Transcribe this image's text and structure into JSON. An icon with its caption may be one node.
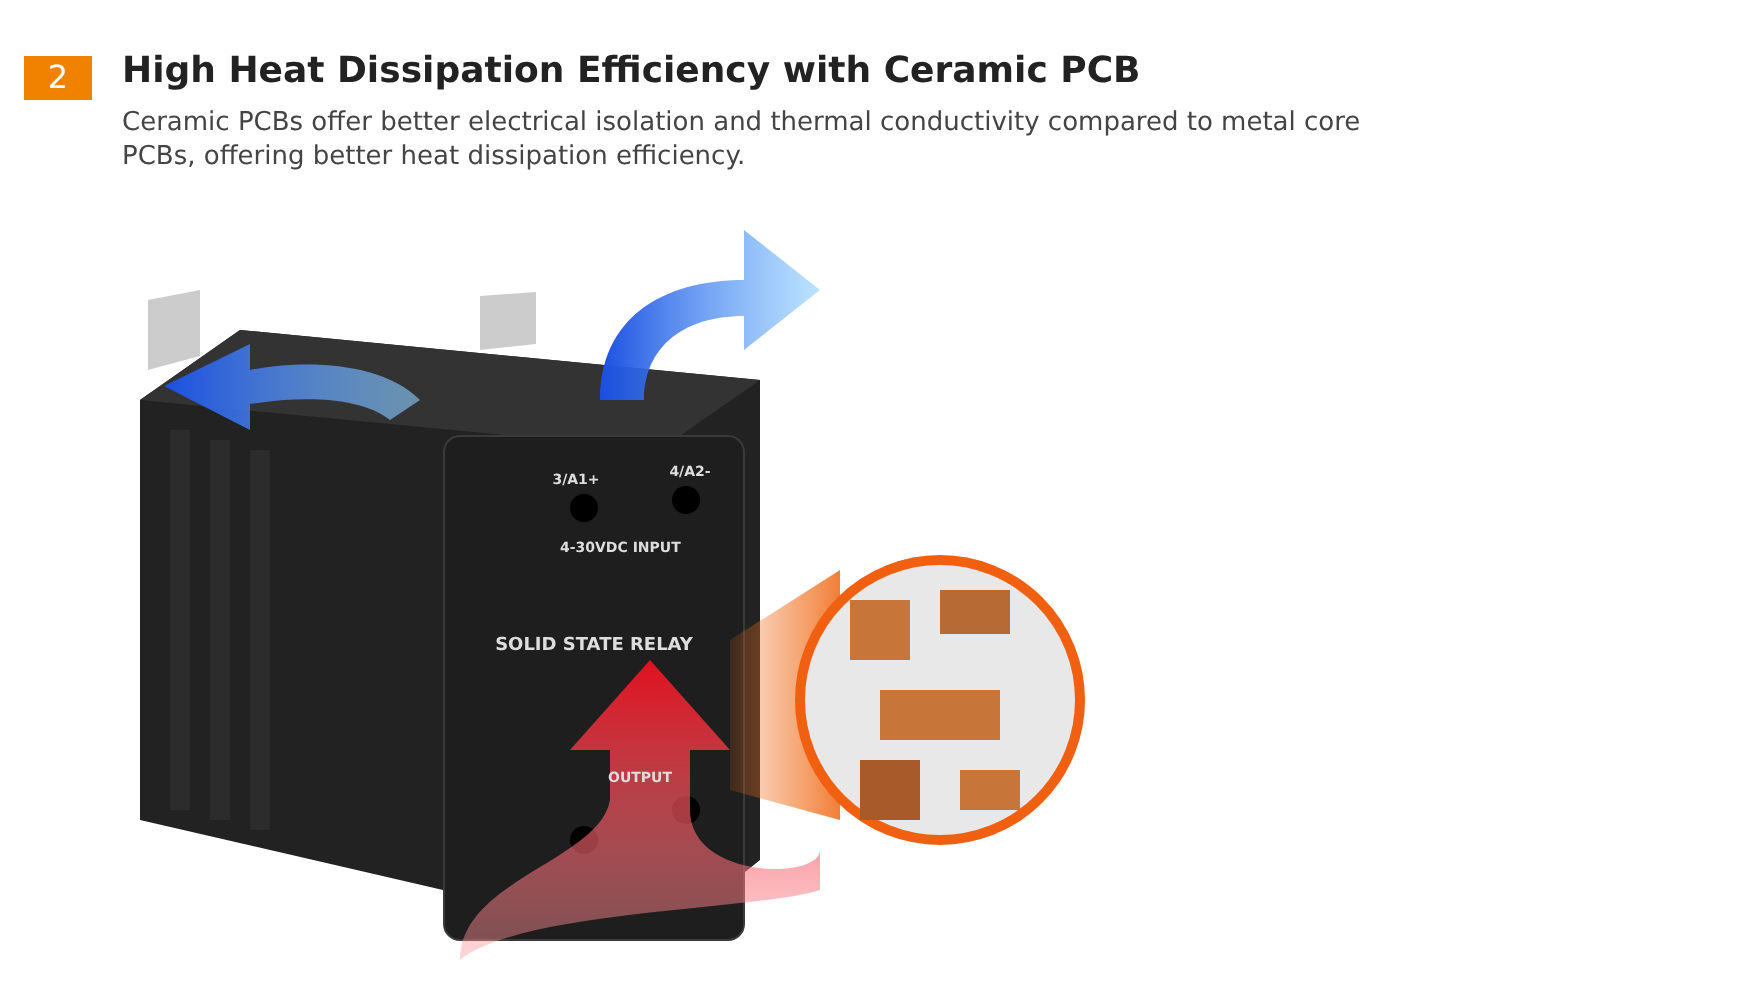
{
  "diagram": {
    "title": "High Heat Dissipation Efficiency with Ceramic PCB",
    "caption": "Ceramic PCBs offer better electrical isolation and thermal conductivity compared to metal core PCBs, offering better heat dissipation efficiency.",
    "labels": [
      "2",
      "3/A1+",
      "4/A2-",
      "4-30VDC INPUT",
      "SOLID STATE RELAY",
      "OUTPUT"
    ]
  }
}
